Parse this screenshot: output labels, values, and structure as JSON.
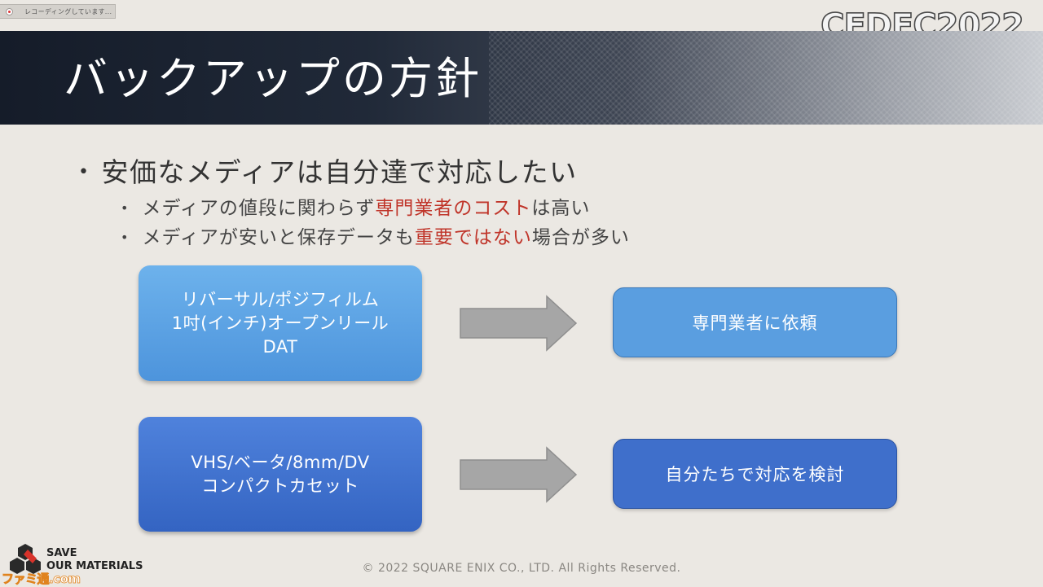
{
  "recording_bar": {
    "text": "レコーディングしています..."
  },
  "logo": {
    "text": "CEDEC2022"
  },
  "slide": {
    "title": "バックアップの方針",
    "main_bullet": "安価なメディアは自分達で対応したい",
    "sub_bullet_1": {
      "part1": "メディアの値段に関わらず",
      "highlight": "専門業者のコスト",
      "part2": "は高い"
    },
    "sub_bullet_2": {
      "part1": "メディアが安いと保存データも",
      "highlight": "重要ではない",
      "part2": "場合が多い"
    },
    "flow_1": {
      "source_lines": [
        "リバーサル/ポジフィルム",
        "1吋(インチ)オープンリール",
        "DAT"
      ],
      "target": "専門業者に依頼"
    },
    "flow_2": {
      "source_lines": [
        "VHS/ベータ/8mm/DV",
        "コンパクトカセット"
      ],
      "target": "自分たちで対応を検討"
    }
  },
  "footer": {
    "org_line_1": "SAVE",
    "org_line_2": "OUR MATERIALS",
    "copyright": "© 2022 SQUARE ENIX CO., LTD. All Rights Reserved.",
    "watermark": "ファミ通.com"
  },
  "colors": {
    "highlight": "#c0352a",
    "box_light_blue": "#5a9ee0",
    "box_dark_blue": "#3f6fcb",
    "arrow": "#a6a6a6"
  }
}
